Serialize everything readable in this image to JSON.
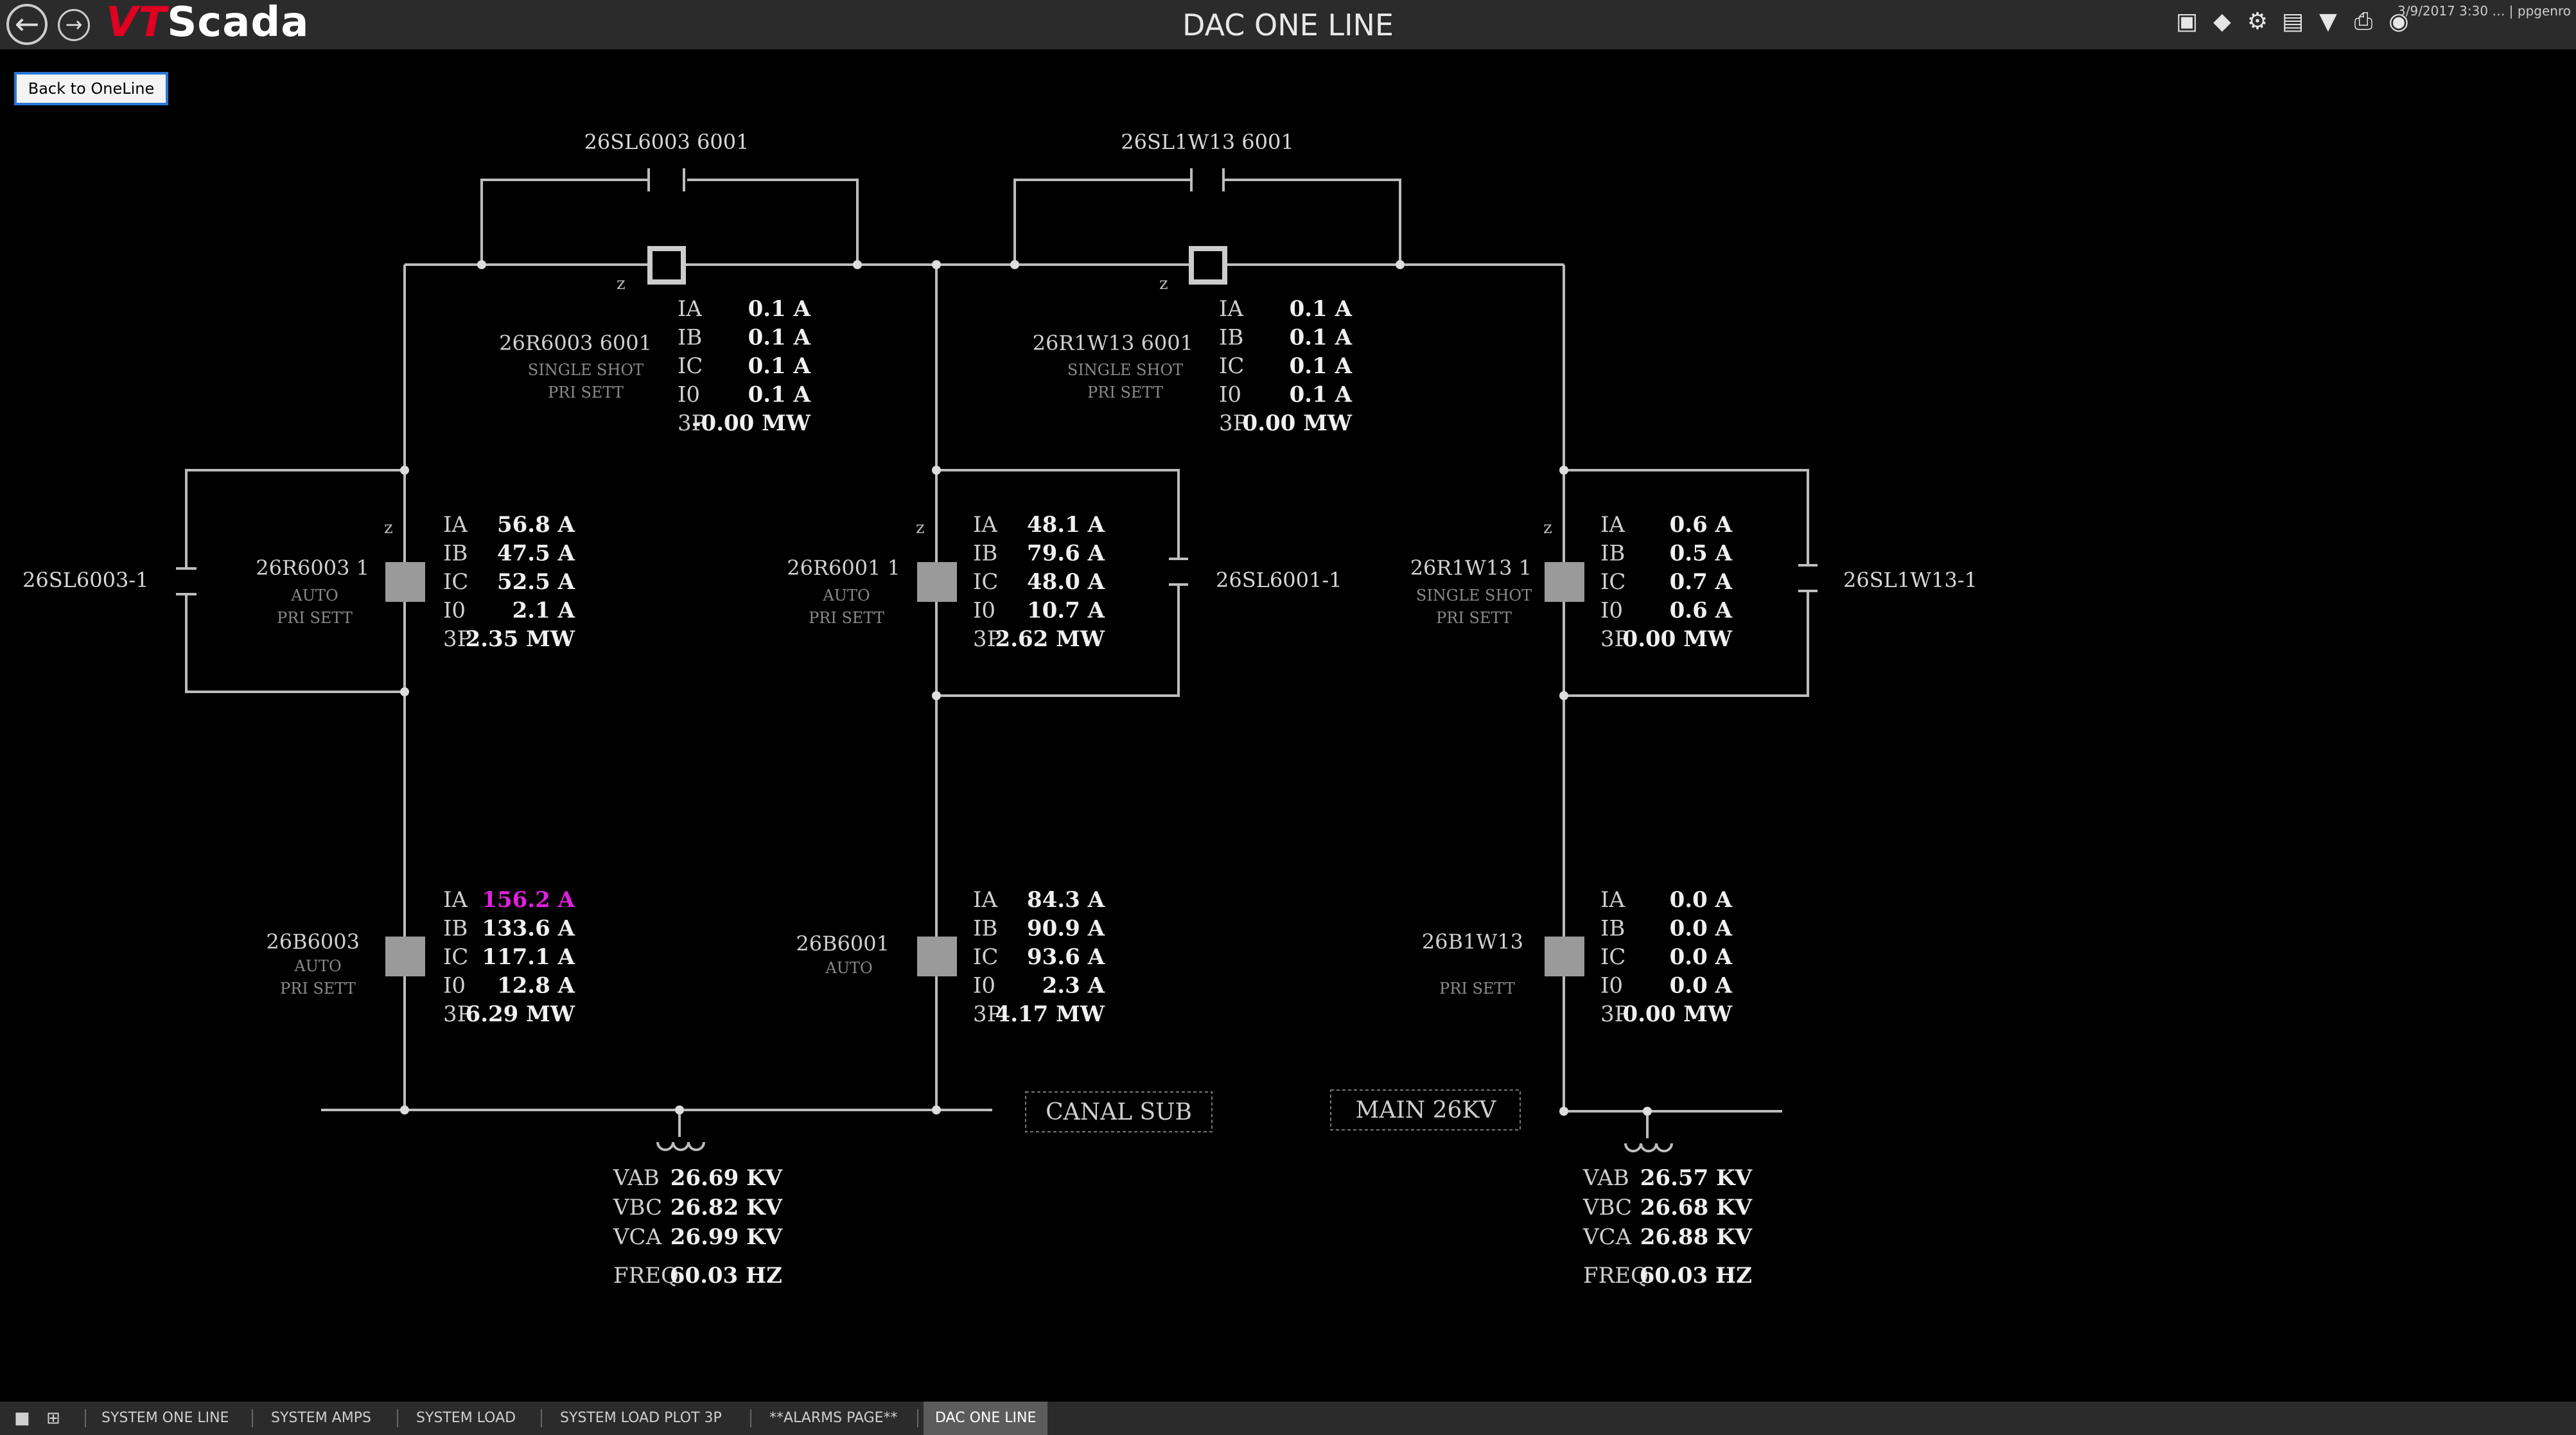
{
  "app": {
    "logo_vt": "VT",
    "logo_scada": "Scada",
    "title": "DAC ONE LINE"
  },
  "toolbar": {
    "back_icon": "arrow-left-icon",
    "forward_icon": "arrow-right-icon",
    "icons": [
      "image-icon",
      "tag-icon",
      "gear-icon",
      "list-icon",
      "filter-icon",
      "print-icon",
      "bell-icon"
    ],
    "clock": "3/9/2017 3:30 … | ppgenro"
  },
  "back_to_oneline": "Back to OneLine",
  "breakers": {
    "top_left": {
      "label": "26SL6003 6001",
      "z": "z",
      "name": "26R6003 6001",
      "mode": "SINGLE SHOT",
      "sett": "PRI SETT",
      "readings": [
        {
          "k": "IA",
          "v": "0.1 A"
        },
        {
          "k": "IB",
          "v": "0.1 A"
        },
        {
          "k": "IC",
          "v": "0.1 A"
        },
        {
          "k": "I0",
          "v": "0.1 A"
        },
        {
          "k": "3P",
          "v": "-0.00 MW"
        }
      ]
    },
    "top_right": {
      "label": "26SL1W13 6001",
      "z": "z",
      "name": "26R1W13 6001",
      "mode": "SINGLE SHOT",
      "sett": "PRI SETT",
      "readings": [
        {
          "k": "IA",
          "v": "0.1 A"
        },
        {
          "k": "IB",
          "v": "0.1 A"
        },
        {
          "k": "IC",
          "v": "0.1 A"
        },
        {
          "k": "I0",
          "v": "0.1 A"
        },
        {
          "k": "3P",
          "v": "0.00 MW"
        }
      ]
    },
    "mid_left": {
      "side_label": "26SL6003-1",
      "z": "z",
      "name": "26R6003 1",
      "mode": "AUTO",
      "sett": "PRI SETT",
      "readings": [
        {
          "k": "IA",
          "v": "56.8 A"
        },
        {
          "k": "IB",
          "v": "47.5 A"
        },
        {
          "k": "IC",
          "v": "52.5 A"
        },
        {
          "k": "I0",
          "v": "2.1 A"
        },
        {
          "k": "3P",
          "v": "2.35 MW"
        }
      ]
    },
    "mid_center": {
      "side_label": "26SL6001-1",
      "z": "z",
      "name": "26R6001 1",
      "mode": "AUTO",
      "sett": "PRI SETT",
      "readings": [
        {
          "k": "IA",
          "v": "48.1 A"
        },
        {
          "k": "IB",
          "v": "79.6 A"
        },
        {
          "k": "IC",
          "v": "48.0 A"
        },
        {
          "k": "I0",
          "v": "10.7 A"
        },
        {
          "k": "3P",
          "v": "2.62 MW"
        }
      ]
    },
    "mid_right": {
      "side_label": "26SL1W13-1",
      "z": "z",
      "name": "26R1W13 1",
      "mode": "SINGLE SHOT",
      "sett": "PRI SETT",
      "readings": [
        {
          "k": "IA",
          "v": "0.6 A"
        },
        {
          "k": "IB",
          "v": "0.5 A"
        },
        {
          "k": "IC",
          "v": "0.7 A"
        },
        {
          "k": "I0",
          "v": "0.6 A"
        },
        {
          "k": "3P",
          "v": "0.00 MW"
        }
      ]
    },
    "low_left": {
      "name": "26B6003",
      "mode": "AUTO",
      "sett": "PRI SETT",
      "readings": [
        {
          "k": "IA",
          "v": "156.2 A"
        },
        {
          "k": "IB",
          "v": "133.6 A"
        },
        {
          "k": "IC",
          "v": "117.1 A"
        },
        {
          "k": "I0",
          "v": "12.8 A"
        },
        {
          "k": "3P",
          "v": "6.29 MW"
        }
      ]
    },
    "low_center": {
      "name": "26B6001",
      "mode": "AUTO",
      "readings": [
        {
          "k": "IA",
          "v": "84.3 A"
        },
        {
          "k": "IB",
          "v": "90.9 A"
        },
        {
          "k": "IC",
          "v": "93.6 A"
        },
        {
          "k": "I0",
          "v": "2.3 A"
        },
        {
          "k": "3P",
          "v": "4.17 MW"
        }
      ]
    },
    "low_right": {
      "name": "26B1W13",
      "sett": "PRI SETT",
      "readings": [
        {
          "k": "IA",
          "v": "0.0 A"
        },
        {
          "k": "IB",
          "v": "0.0 A"
        },
        {
          "k": "IC",
          "v": "0.0 A"
        },
        {
          "k": "I0",
          "v": "0.0 A"
        },
        {
          "k": "3P",
          "v": "0.00 MW"
        }
      ]
    }
  },
  "buses": {
    "canal_sub": "CANAL SUB",
    "main_26kv": "MAIN 26KV"
  },
  "voltages": {
    "left": [
      {
        "k": "VAB",
        "v": "26.69 KV"
      },
      {
        "k": "VBC",
        "v": "26.82 KV"
      },
      {
        "k": "VCA",
        "v": "26.99 KV"
      },
      {
        "k": "FREQ",
        "v": "60.03 HZ"
      }
    ],
    "right": [
      {
        "k": "VAB",
        "v": "26.57 KV"
      },
      {
        "k": "VBC",
        "v": "26.68 KV"
      },
      {
        "k": "VCA",
        "v": "26.88 KV"
      },
      {
        "k": "FREQ",
        "v": "60.03 HZ"
      }
    ]
  },
  "colors": {
    "alarm": "#e020e0",
    "accent": "#2a78d6"
  },
  "bottom_tabs": [
    "SYSTEM ONE LINE",
    "SYSTEM AMPS",
    "SYSTEM LOAD",
    "SYSTEM LOAD PLOT 3P",
    "**ALARMS PAGE**",
    "DAC ONE LINE"
  ]
}
